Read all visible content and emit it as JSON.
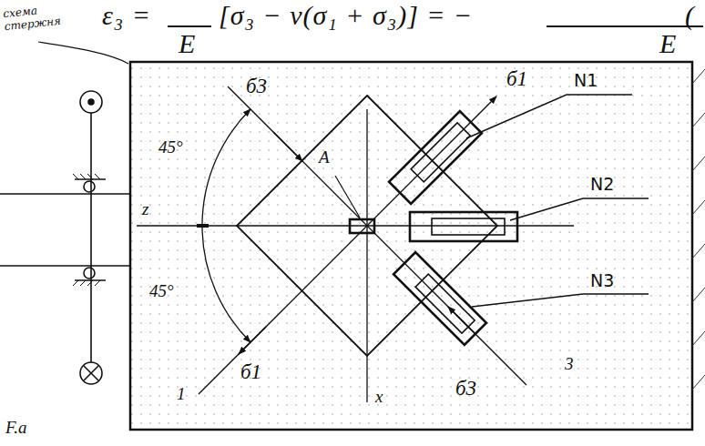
{
  "diagram": {
    "labels": [
      "ε₃ =",
      "[σ₃ − ν(σ₁ + σ₃)] = −",
      "(",
      "E",
      "E",
      "схема стержня",
      "б3",
      "б1",
      "A",
      "45°",
      "z",
      "N1",
      "N2",
      "45°",
      "N3",
      "1",
      "б1",
      "x",
      "б3",
      "3",
      "F.a"
    ]
  }
}
